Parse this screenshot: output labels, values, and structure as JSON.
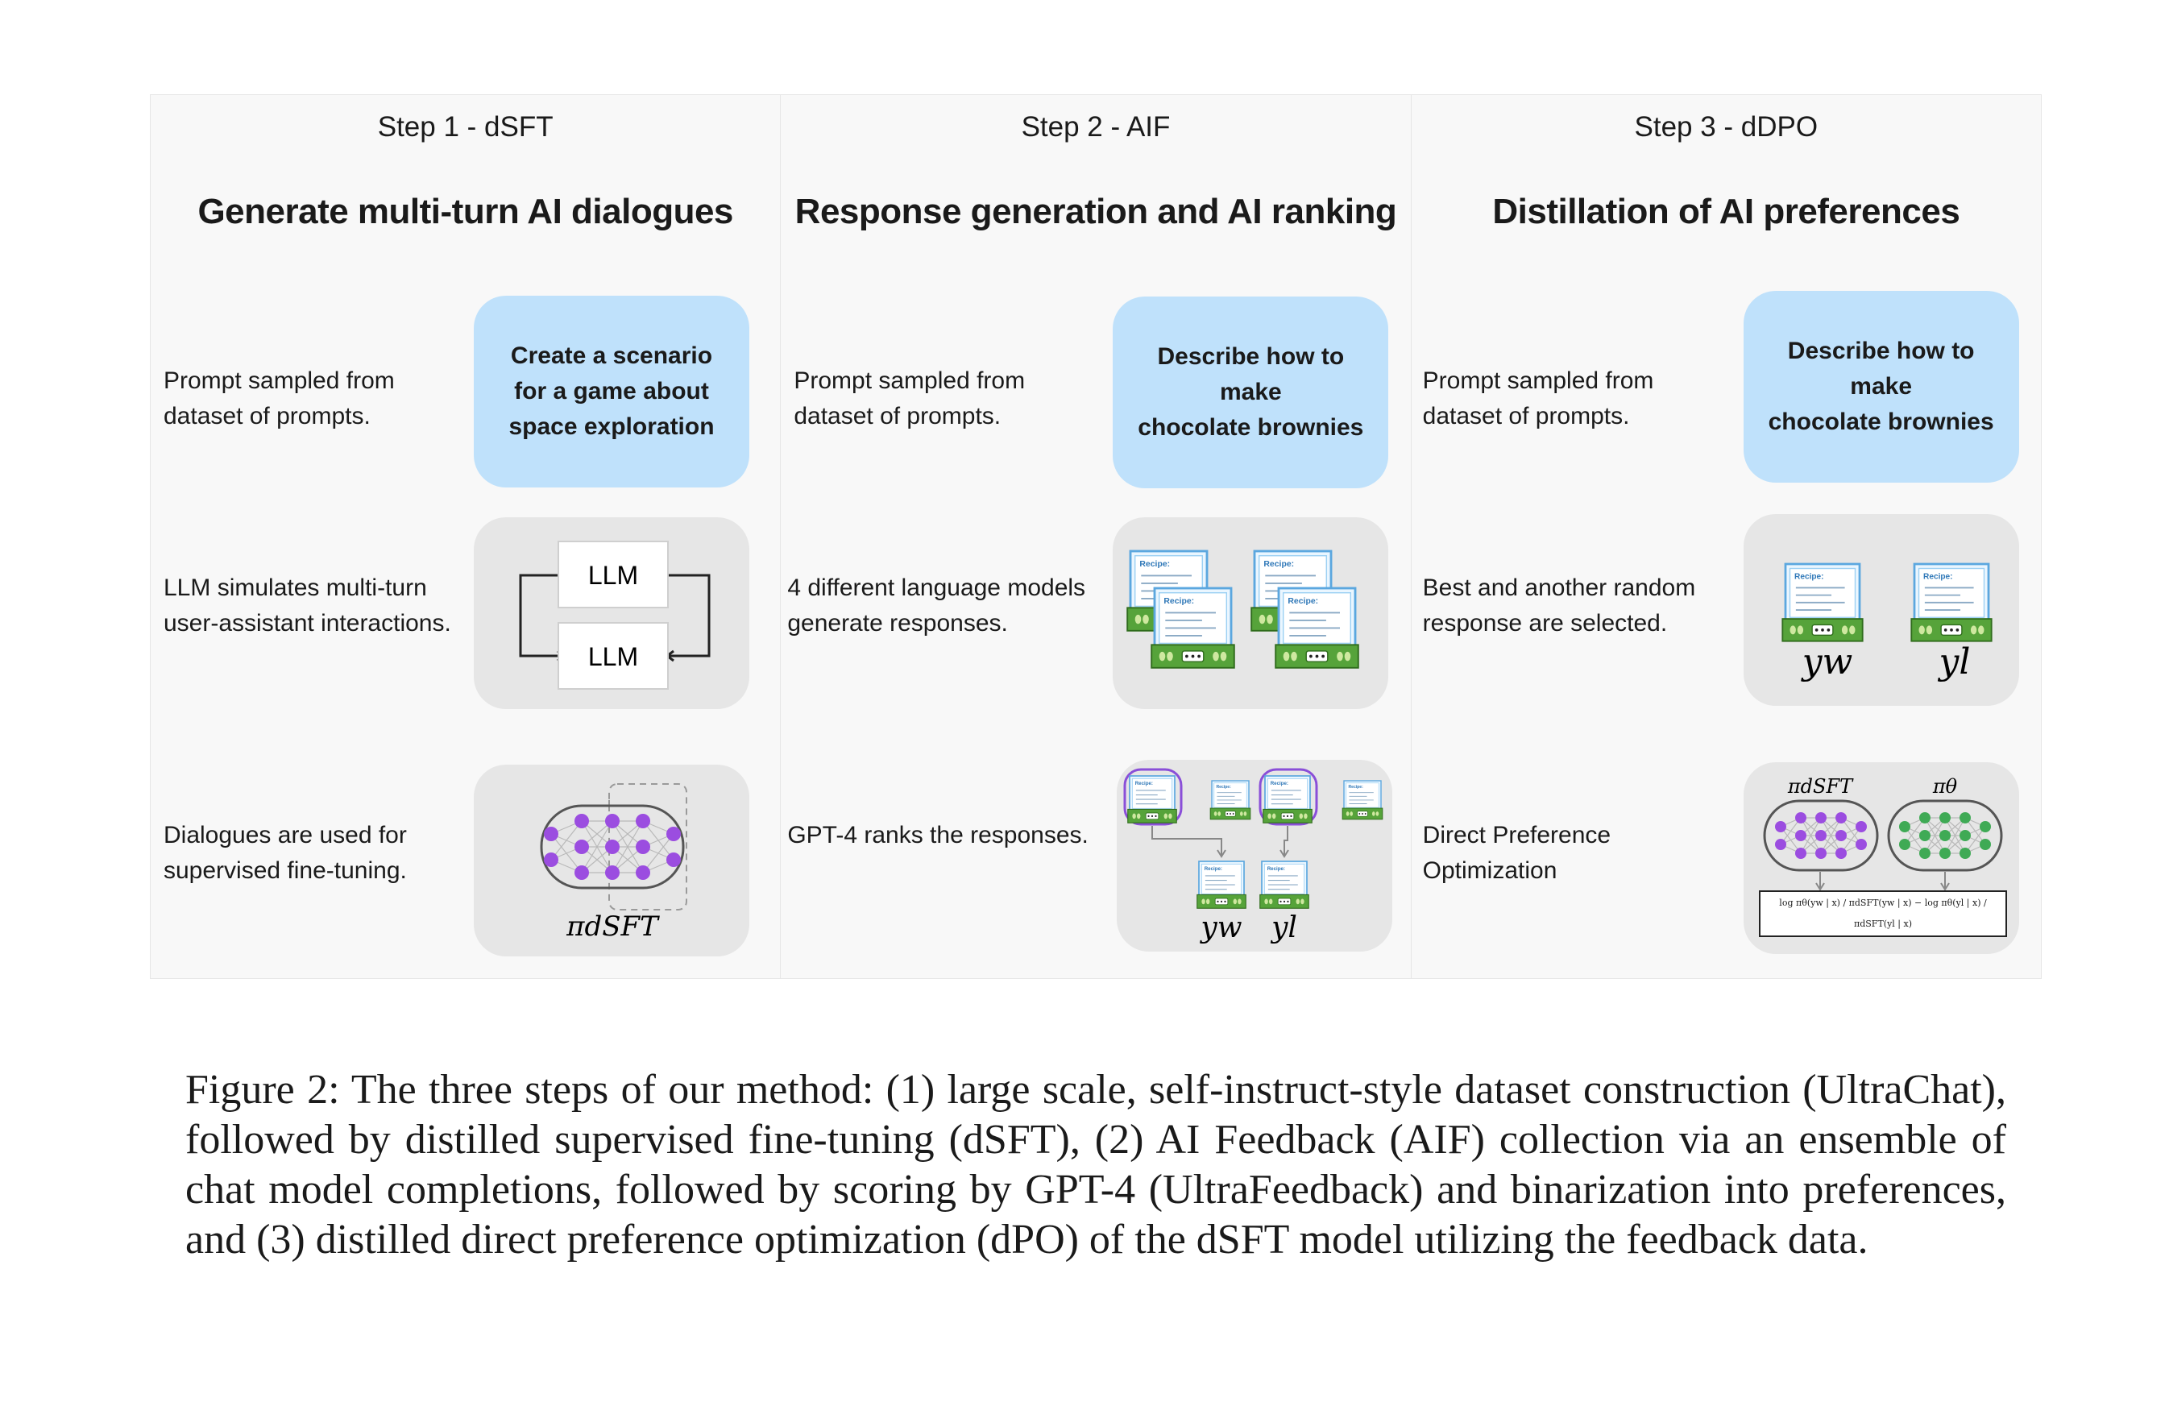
{
  "steps": [
    {
      "step_label": "Step 1 - dSFT",
      "heading": "Generate multi-turn AI dialogues",
      "rows": [
        {
          "text": "Prompt sampled from\ndataset of prompts.",
          "box_text": "Create a scenario\nfor a game about\nspace exploration"
        },
        {
          "text": "LLM simulates multi-turn\nuser-assistant interactions.",
          "llm_top": "LLM",
          "llm_bottom": "LLM"
        },
        {
          "text": "Dialogues are used for\nsupervised fine-tuning.",
          "model_symbol": "πdSFT"
        }
      ]
    },
    {
      "step_label": "Step 2 - AIF",
      "heading": "Response generation and AI ranking",
      "rows": [
        {
          "text": "Prompt sampled from\ndataset of prompts.",
          "box_text": "Describe how to make\nchocolate brownies"
        },
        {
          "text": "4 different language models\ngenerate responses.",
          "card_title": "Recipe:"
        },
        {
          "text": "GPT-4 ranks the responses.",
          "winner": "yw",
          "loser": "yl"
        }
      ]
    },
    {
      "step_label": "Step 3 - dDPO",
      "heading": "Distillation of AI preferences",
      "rows": [
        {
          "text": "Prompt sampled from\ndataset of prompts.",
          "box_text": "Describe how to make\nchocolate brownies"
        },
        {
          "text": "Best and another random\nresponse are selected.",
          "winner": "yw",
          "loser": "yl"
        },
        {
          "text": "Direct Preference\nOptimization",
          "ref_model": "πdSFT",
          "policy_model": "πθ",
          "loss_formula": "log πθ(yw | x) / πdSFT(yw | x) − log πθ(yl | x) / πdSFT(yl | x)"
        }
      ]
    }
  ],
  "caption": "Figure 2: The three steps of our method: (1) large scale, self-instruct-style dataset construction (UltraChat), followed by distilled supervised fine-tuning (dSFT), (2) AI Feedback (AIF) collection via an ensemble of chat model completions, followed by scoring by GPT-4 (UltraFeedback) and binarization into preferences, and (3) distilled direct preference optimization (dPO) of the dSFT model utilizing the feedback data.",
  "colors": {
    "panel_bg": "#f8f8f8",
    "prompt_box": "#bfe1fb",
    "grey_box": "#e6e6e6",
    "nn_purple": "#9b4de0",
    "nn_green": "#3faa55"
  }
}
